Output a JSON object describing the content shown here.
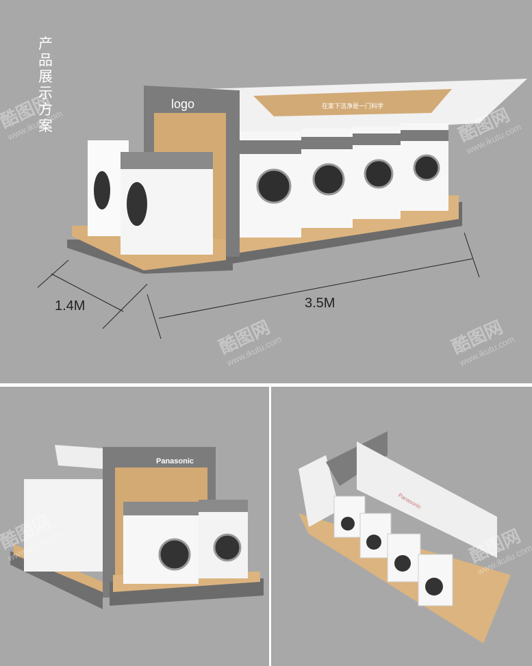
{
  "title": "产品展示方案",
  "logo_text": "logo",
  "slogan": "在家下洁净是一门科学",
  "brand": "Panasonic",
  "dimensions": {
    "depth": "1.4M",
    "length": "3.5M"
  },
  "watermark": {
    "name": "酷图网",
    "url": "www.ikutu.com"
  }
}
